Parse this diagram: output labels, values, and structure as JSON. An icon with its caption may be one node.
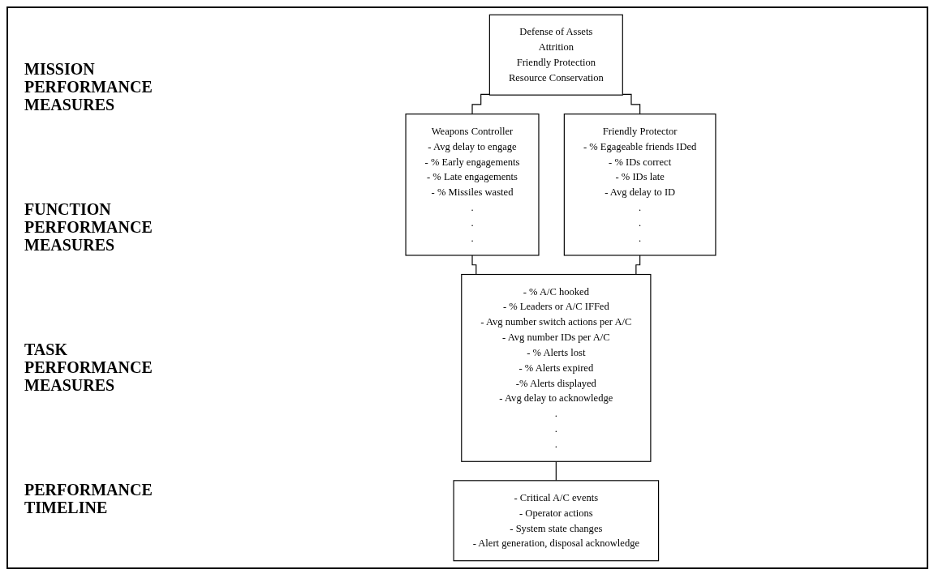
{
  "diagram": {
    "nodes": [
      {
        "text": [
          "Defense of Assets",
          "Attrition",
          "Friendly Protection",
          "Resource Conservation"
        ]
      },
      {
        "text": [
          "Weapons Controller",
          "- Avg delay to engage",
          "- % Early engagements",
          "- % Late engagements",
          "- % Missiles wasted",
          ".",
          ".",
          "."
        ]
      },
      {
        "text": [
          "Friendly Protector",
          "- % Egageable friends IDed",
          "- % IDs correct",
          "- % IDs late",
          "- Avg delay to ID",
          ".",
          ".",
          "."
        ]
      },
      {
        "text": [
          "- % A/C hooked",
          "- % Leaders or A/C IFFed",
          "- Avg number switch actions per A/C",
          "- Avg number IDs per A/C",
          "- % Alerts lost",
          "- % Alerts expired",
          "-% Alerts displayed",
          "- Avg delay to acknowledge",
          ".",
          ".",
          "."
        ]
      },
      {
        "text": [
          "- Critical A/C events",
          "- Operator actions",
          "- System state changes",
          "- Alert generation, disposal acknowledge"
        ]
      }
    ],
    "edges": [
      {
        "from": 0,
        "to": 1,
        "arrow": "none"
      },
      {
        "from": 0,
        "to": 2,
        "arrow": "none"
      },
      {
        "from": 1,
        "to": 3,
        "arrow": "none"
      },
      {
        "from": 2,
        "to": 3,
        "arrow": "none"
      },
      {
        "from": 3,
        "to": 4,
        "arrow": "none"
      }
    ],
    "labels": [
      "MISSION PERFORMANCE MEASURES",
      "FUNCTION PERFORMANCE MEASURES",
      "TASK PERFORMANCE MEASURES",
      "PERFORMANCE TIMELINE"
    ]
  }
}
